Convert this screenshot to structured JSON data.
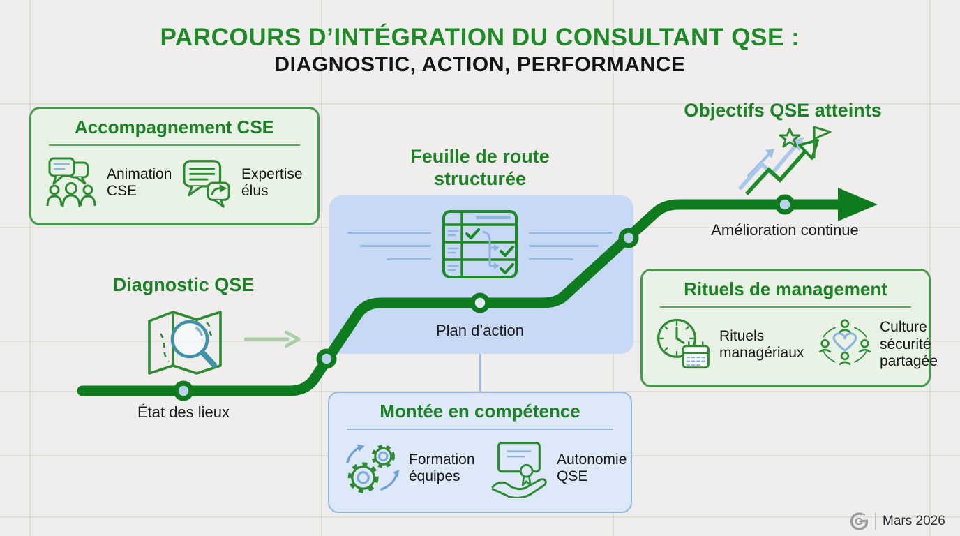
{
  "title": {
    "line1": "PARCOURS D’INTÉGRATION DU CONSULTANT QSE :",
    "line2": "DIAGNOSTIC, ACTION, PERFORMANCE"
  },
  "cards": {
    "accompagnement_cse": {
      "title": "Accompagnement CSE",
      "items": [
        {
          "icon": "animation-cse-icon",
          "label": "Animation CSE"
        },
        {
          "icon": "expertise-elus-icon",
          "label": "Expertise élus"
        }
      ]
    },
    "montee_competence": {
      "title": "Montée en compétence",
      "items": [
        {
          "icon": "gears-icon",
          "label": "Formation équipes"
        },
        {
          "icon": "certificate-hand-icon",
          "label": "Autonomie QSE"
        }
      ]
    },
    "rituels_management": {
      "title": "Rituels de management",
      "items": [
        {
          "icon": "clock-calendar-icon",
          "label": "Rituels managériaux"
        },
        {
          "icon": "people-heart-icon",
          "label": "Culture sécurité partagée"
        }
      ]
    }
  },
  "milestones": {
    "diagnostic": {
      "title": "Diagnostic QSE",
      "caption": "État des lieux"
    },
    "feuille_route": {
      "title": "Feuille de route structurée",
      "caption": "Plan d’action"
    },
    "objectifs": {
      "title": "Objectifs QSE atteints",
      "caption": "Amélioration continue"
    }
  },
  "footer": {
    "logo_letter": "G",
    "date": "Mars 2026"
  },
  "colors": {
    "road_green": "#0d7b1e",
    "title_green": "#1e8b28",
    "card_green_bg": "#e9f3e5",
    "card_green_border": "#459a4c",
    "blue_box_bg": "#c7d9f5",
    "blue_card_bg": "#dde8f8",
    "blue_accent": "#8fb4e0",
    "teal": "#3e93a8",
    "dot_center": "#b9d3ec",
    "text_dark": "#171717"
  }
}
